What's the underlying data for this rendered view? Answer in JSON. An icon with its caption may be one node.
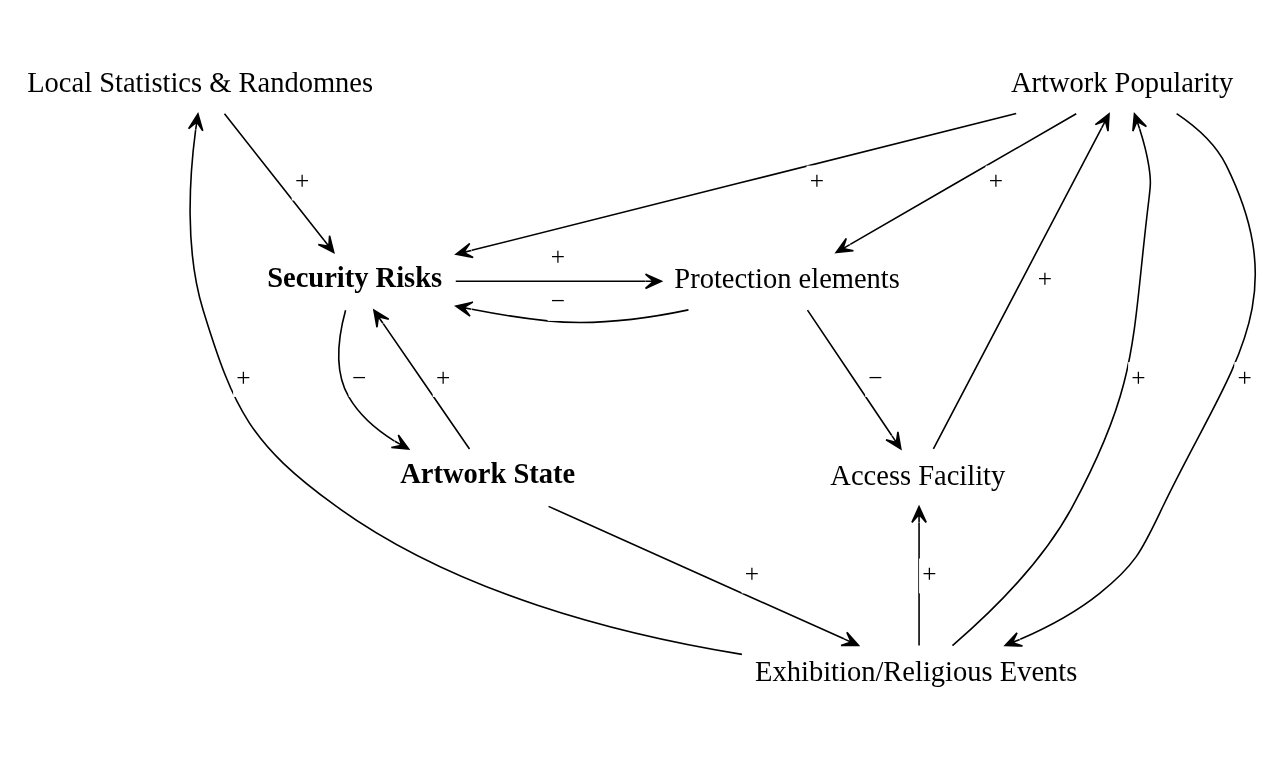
{
  "diagram": {
    "nodes": [
      {
        "text": [
          "Local Statistics & Randomnes"
        ]
      },
      {
        "text": [
          "Artwork Popularity"
        ]
      },
      {
        "text": [
          "Exhibition/Religious Events"
        ]
      },
      {
        "text": [
          "Security Risks"
        ]
      },
      {
        "text": [
          "Protection elements"
        ]
      },
      {
        "text": [
          "Access Facility"
        ]
      },
      {
        "text": [
          "Artwork State"
        ]
      }
    ],
    "edges": [
      {
        "from": 2,
        "to": 0,
        "arrow": "to",
        "label": "+"
      },
      {
        "from": 2,
        "to": 1,
        "arrow": "to",
        "label": "+"
      },
      {
        "from": 1,
        "to": 2,
        "arrow": "to",
        "label": "+"
      },
      {
        "from": 0,
        "to": 3,
        "arrow": "to",
        "label": "+"
      },
      {
        "from": 1,
        "to": 3,
        "arrow": "to",
        "label": "+"
      },
      {
        "from": 3,
        "to": 4,
        "arrow": "to",
        "label": "+"
      },
      {
        "from": 1,
        "to": 4,
        "arrow": "to",
        "label": "+"
      },
      {
        "from": 4,
        "to": 3,
        "arrow": "to",
        "label": "−"
      },
      {
        "from": 3,
        "to": 6,
        "arrow": "to",
        "label": "−"
      },
      {
        "from": 6,
        "to": 3,
        "arrow": "to",
        "label": "+"
      },
      {
        "from": 4,
        "to": 5,
        "arrow": "to",
        "label": "−"
      },
      {
        "from": 2,
        "to": 5,
        "arrow": "to",
        "label": "+"
      },
      {
        "from": 5,
        "to": 1,
        "arrow": "to",
        "label": "+"
      },
      {
        "from": 6,
        "to": 2,
        "arrow": "to",
        "label": "+"
      }
    ]
  }
}
